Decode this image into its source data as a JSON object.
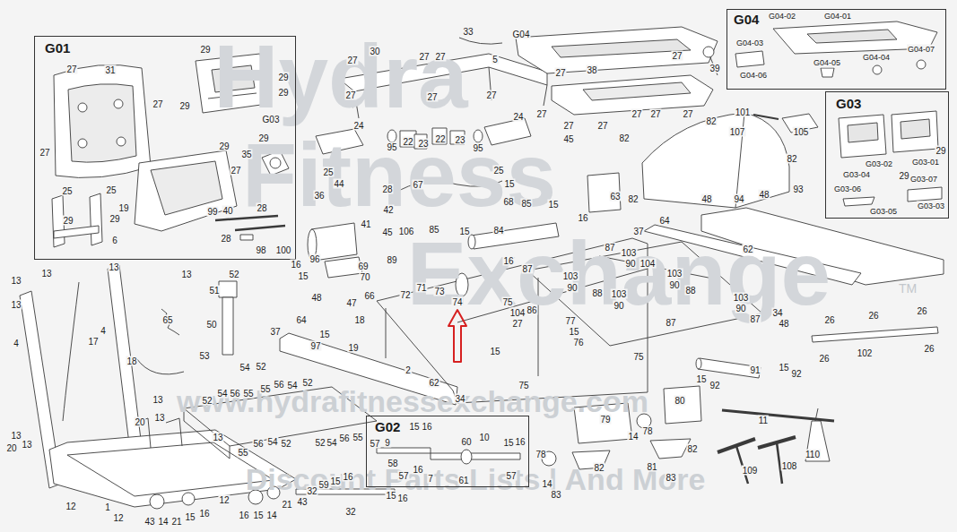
{
  "diagram": {
    "nodes": [
      {
        "text": [
          "G01"
        ]
      },
      {
        "text": [
          "G04"
        ]
      },
      {
        "text": [
          "G03"
        ]
      },
      {
        "text": [
          "G02"
        ]
      }
    ],
    "labels": [
      "27",
      "31",
      "27",
      "27",
      "29",
      "29",
      "29",
      "29",
      "G03",
      "29",
      "29",
      "35",
      "27",
      "19",
      "25",
      "25",
      "29",
      "29",
      "6",
      "99",
      "40",
      "28",
      "28",
      "98",
      "100",
      "G04-02",
      "G04-01",
      "G04-03",
      "G04-05",
      "G04-04",
      "G04-07",
      "G04-06",
      "G03-01",
      "G03-02",
      "29",
      "29",
      "G03-07",
      "G03-04",
      "G03-06",
      "G03-05",
      "G03-03",
      "57",
      "9",
      "15",
      "16",
      "58",
      "57",
      "16",
      "7",
      "60",
      "10",
      "15",
      "16",
      "61",
      "57",
      "G04",
      "33",
      "30",
      "27",
      "27",
      "27",
      "5",
      "27",
      "27",
      "27",
      "27",
      "38",
      "27",
      "39",
      "27",
      "27",
      "27",
      "27",
      "27",
      "27",
      "24",
      "24",
      "95",
      "22",
      "23",
      "22",
      "23",
      "95",
      "25",
      "25",
      "36",
      "44",
      "28",
      "42",
      "41",
      "45",
      "106",
      "89",
      "67",
      "15",
      "68",
      "45",
      "63",
      "85",
      "15",
      "84",
      "16",
      "85",
      "15",
      "16",
      "82",
      "82",
      "82",
      "82",
      "48",
      "94",
      "48",
      "93",
      "101",
      "107",
      "105",
      "96",
      "16",
      "15",
      "69",
      "70",
      "66",
      "72",
      "71",
      "73",
      "74",
      "48",
      "47",
      "18",
      "37",
      "64",
      "15",
      "97",
      "19",
      "2",
      "62",
      "34",
      "15",
      "75",
      "104",
      "27",
      "86",
      "87",
      "103",
      "90",
      "88",
      "103",
      "90",
      "87",
      "103",
      "90",
      "104",
      "103",
      "90",
      "88",
      "77",
      "15",
      "76",
      "87",
      "103",
      "90",
      "87",
      "64",
      "37",
      "62",
      "34",
      "48",
      "26",
      "26",
      "26",
      "26",
      "26",
      "102",
      "75",
      "75",
      "91",
      "15",
      "92",
      "15",
      "92",
      "11",
      "52",
      "51",
      "50",
      "53",
      "54",
      "52",
      "65",
      "13",
      "13",
      "13",
      "13",
      "13",
      "4",
      "17",
      "4",
      "18",
      "20",
      "13",
      "13",
      "13",
      "20",
      "13",
      "13",
      "1",
      "12",
      "12",
      "43",
      "14",
      "21",
      "15",
      "16",
      "12",
      "16",
      "15",
      "14",
      "21",
      "43",
      "52",
      "54",
      "56",
      "55",
      "55",
      "56",
      "54",
      "52",
      "55",
      "56",
      "54",
      "52",
      "52",
      "54",
      "56",
      "55",
      "32",
      "59",
      "15",
      "16",
      "15",
      "16",
      "32",
      "78",
      "14",
      "79",
      "82",
      "83",
      "80",
      "82",
      "14",
      "78",
      "81",
      "83",
      "109",
      "108",
      "110",
      "Hydra",
      "Fitness",
      "Exchange",
      "TM",
      "www.hydrafitnessexchange.com",
      "Discount Parts Lists | And More"
    ]
  }
}
